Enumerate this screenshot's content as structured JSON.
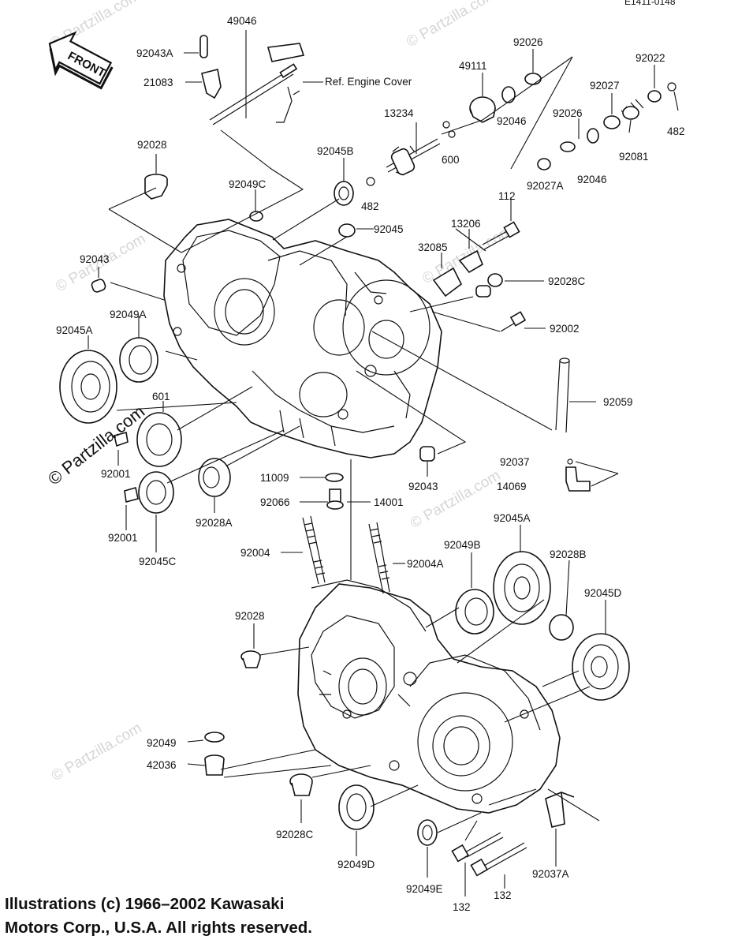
{
  "header_code": "E1411-0148",
  "front_marker": "FRONT",
  "reference_note": "Ref. Engine Cover",
  "watermark": "© Partzilla.com",
  "copyright": {
    "line1": "Illustrations (c) 1966–2002 Kawasaki",
    "line2": "Motors Corp., U.S.A.  All rights reserved."
  },
  "part_numbers": {
    "p49046": "49046",
    "p92043A": "92043A",
    "p21083": "21083",
    "p92028_top": "92028",
    "p92049C": "92049C",
    "p92045B": "92045B",
    "p482_a": "482",
    "p13234": "13234",
    "p600": "600",
    "p49111": "49111",
    "p92026_a": "92026",
    "p92046_a": "92046",
    "p92026_b": "92026",
    "p92046_b": "92046",
    "p92027": "92027",
    "p92022": "92022",
    "p92081": "92081",
    "p482_b": "482",
    "p92027A": "92027A",
    "p112": "112",
    "p92045": "92045",
    "p13206": "13206",
    "p32085": "32085",
    "p92028C_top": "92028C",
    "p92043_top": "92043",
    "p92049A": "92049A",
    "p92045A_left": "92045A",
    "p601": "601",
    "p92002": "92002",
    "p92059": "92059",
    "p92001_a": "92001",
    "p92001_b": "92001",
    "p92045C": "92045C",
    "p92028A": "92028A",
    "p11009": "11009",
    "p92066": "92066",
    "p14001": "14001",
    "p92043_mid": "92043",
    "p92037": "92037",
    "p14069": "14069",
    "p92004": "92004",
    "p92004A": "92004A",
    "p92045A_right": "92045A",
    "p92049B": "92049B",
    "p92028B": "92028B",
    "p92045D": "92045D",
    "p92028_mid": "92028",
    "p92049": "92049",
    "p42036": "42036",
    "p92028C_bottom": "92028C",
    "p92049D": "92049D",
    "p92049E": "92049E",
    "p132_a": "132",
    "p132_b": "132",
    "p92037A": "92037A"
  }
}
